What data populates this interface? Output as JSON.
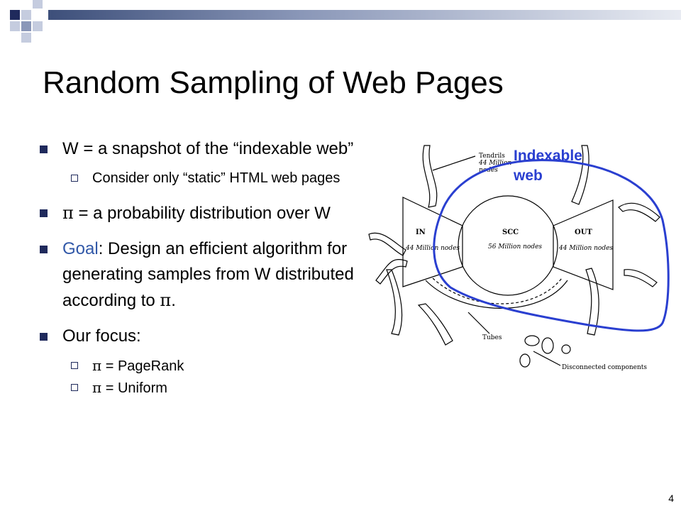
{
  "title": "Random Sampling of Web Pages",
  "bullets": {
    "b1": "W = a snapshot of the “indexable web”",
    "b1_sub1": "Consider only “static” HTML web pages",
    "b2_pi": "π",
    "b2_text": " = a probability distribution over W",
    "b3_goal": "Goal",
    "b3_text": ": Design an efficient algorithm for generating samples from W distributed according to ",
    "b3_pi": "π",
    "b3_end": ".",
    "b4": "Our focus:",
    "b4_sub1_pi": "π",
    "b4_sub1_text": " = PageRank",
    "b4_sub2_pi": "π",
    "b4_sub2_text": " = Uniform"
  },
  "diagram": {
    "overlay_label_line1": "Indexable",
    "overlay_label_line2": "web",
    "tendrils_l1": "Tendrils",
    "tendrils_l2": "44 Million",
    "tendrils_l3": "nodes",
    "in_label": "IN",
    "in_count": "44 Million nodes",
    "scc_label": "SCC",
    "scc_count": "56 Million nodes",
    "out_label": "OUT",
    "out_count": "44 Million nodes",
    "tubes_label": "Tubes",
    "disconnected_label": "Disconnected components"
  },
  "page_number": "4",
  "colors": {
    "accent_dark": "#1f2a5c",
    "goal_text": "#3158a8",
    "indexable_outline": "#2a3fd0"
  }
}
